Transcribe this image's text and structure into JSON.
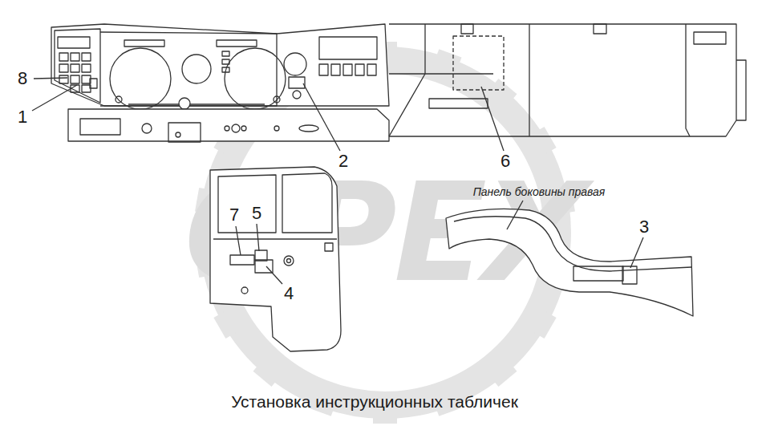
{
  "diagram": {
    "caption": "Установка инструкционных табличек",
    "labels": [
      "8",
      "1",
      "2",
      "6",
      "Панель боковины правая",
      "7",
      "5",
      "3",
      "4",
      "OPEX"
    ]
  }
}
